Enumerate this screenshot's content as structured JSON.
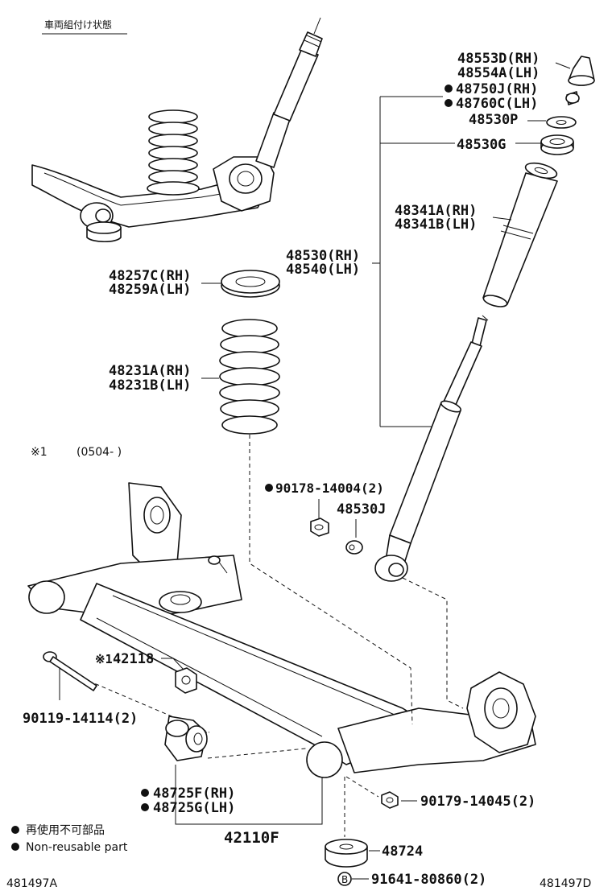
{
  "header": {
    "assembly_state_label": "車両組付け状態"
  },
  "note": {
    "marker": "※1",
    "range": "(0504-      )"
  },
  "parts": {
    "bump_stopper_rh": "48553D(RH)",
    "bump_stopper_lh": "48554A(LH)",
    "support_rh": "48750J(RH)",
    "support_lh": "48760C(LH)",
    "washer_p": "48530P",
    "seat_g": "48530G",
    "boot_rh": "48341A(RH)",
    "boot_lh": "48341B(LH)",
    "shock_rh": "48530(RH)",
    "shock_lh": "48540(LH)",
    "insulator_rh": "48257C(RH)",
    "insulator_lh": "48259A(LH)",
    "spring_rh": "48231A(RH)",
    "spring_lh": "48231B(LH)",
    "nut_top": "90178-14004(2)",
    "collar_j": "48530J",
    "stabilizer_bushing": "42118",
    "stabilizer_marker": "※1",
    "bolt": "90119-14114(2)",
    "bushing_rh": "48725F(RH)",
    "bushing_lh": "48725G(LH)",
    "nut_lower": "90179-14045(2)",
    "beam": "42110F",
    "cushion": "48724",
    "b_marker": "B",
    "bolt_b": "91641-80860(2)"
  },
  "legend": {
    "jp": "再使用不可部品",
    "en": "Non-reusable part"
  },
  "footer": {
    "left_code": "481497A",
    "right_code": "481497D"
  }
}
